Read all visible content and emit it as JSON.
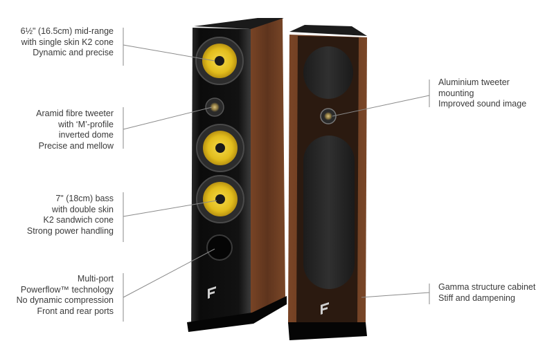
{
  "callouts_left": [
    {
      "id": "midrange",
      "lines": [
        "6½\" (16.5cm) mid-range",
        "with single skin K2 cone",
        "Dynamic and precise"
      ]
    },
    {
      "id": "tweeter",
      "lines": [
        "Aramid fibre tweeter",
        "with ‘M’-profile",
        "inverted dome",
        "Precise and mellow"
      ]
    },
    {
      "id": "bass",
      "lines": [
        "7\" (18cm) bass",
        "with double skin",
        "K2 sandwich cone",
        "Strong power handling"
      ]
    },
    {
      "id": "port",
      "lines": [
        "Multi-port",
        "Powerflow™ technology",
        "No dynamic compression",
        "Front and rear ports"
      ]
    }
  ],
  "callouts_right": [
    {
      "id": "tweeter-mount",
      "lines": [
        "Aluminium tweeter",
        "mounting",
        "Improved sound image"
      ]
    },
    {
      "id": "cabinet",
      "lines": [
        "Gamma structure cabinet",
        "Stiff and dampening"
      ]
    }
  ],
  "colors": {
    "gloss_black": "#0e0e0e",
    "wood": "#6b3d22",
    "cone_yellow": "#e6c21c",
    "leader_line": "#8a8a8a",
    "grille": "#2a2a2a"
  }
}
